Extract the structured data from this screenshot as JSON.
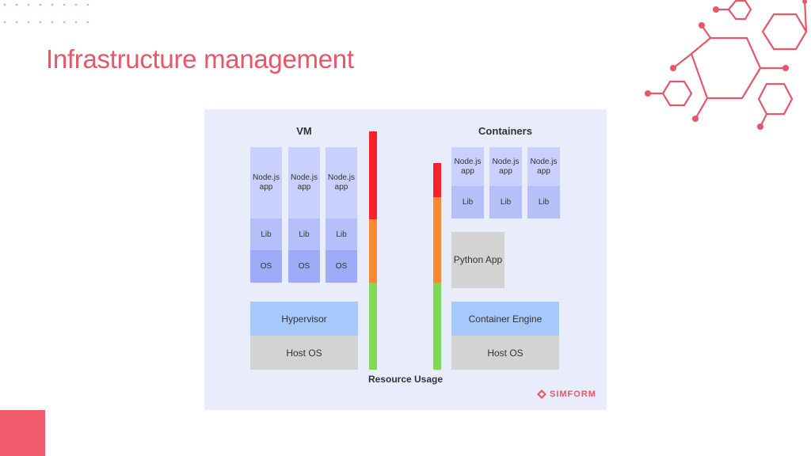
{
  "title": "Infrastructure management",
  "diagram": {
    "vm": {
      "heading": "VM",
      "apps": [
        {
          "app": "Node.js app",
          "lib": "Lib",
          "os": "OS"
        },
        {
          "app": "Node.js app",
          "lib": "Lib",
          "os": "OS"
        },
        {
          "app": "Node.js app",
          "lib": "Lib",
          "os": "OS"
        }
      ],
      "hypervisor": "Hypervisor",
      "host_os": "Host OS"
    },
    "containers": {
      "heading": "Containers",
      "apps": [
        {
          "app": "Node.js app",
          "lib": "Lib"
        },
        {
          "app": "Node.js app",
          "lib": "Lib"
        },
        {
          "app": "Node.js app",
          "lib": "Lib"
        }
      ],
      "python_app": "Python App",
      "engine": "Container Engine",
      "host_os": "Host OS"
    },
    "resource_usage_label": "Resource Usage",
    "colors": {
      "high": "#f5222d",
      "mid": "#fb8a2e",
      "low": "#7ed957",
      "accent": "#e8566a"
    },
    "logo": "SIMFORM"
  }
}
